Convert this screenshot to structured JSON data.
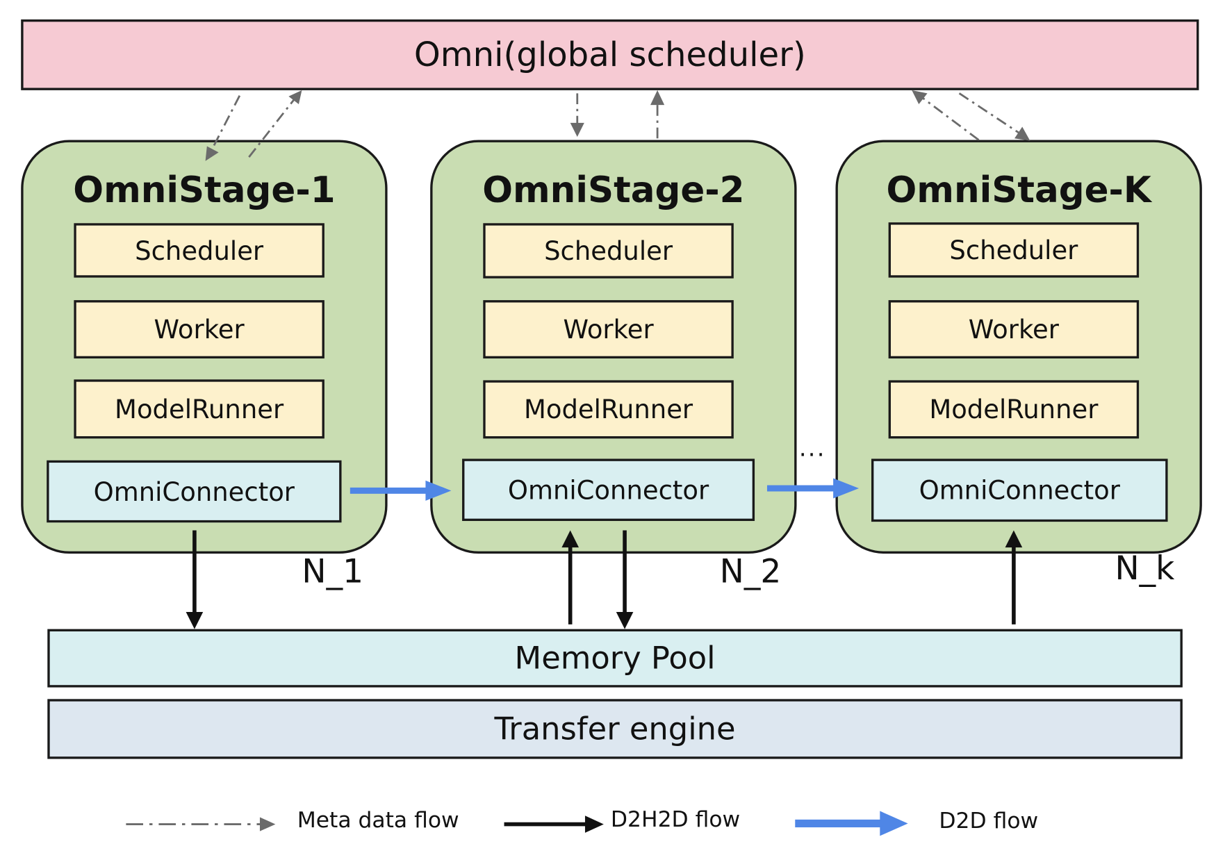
{
  "global_scheduler": {
    "label": "Omni(global scheduler)"
  },
  "stages": [
    {
      "title": "OmniStage-1",
      "scheduler": "Scheduler",
      "worker": "Worker",
      "model_runner": "ModelRunner",
      "connector": "OmniConnector",
      "count_label": "N_1"
    },
    {
      "title": "OmniStage-2",
      "scheduler": "Scheduler",
      "worker": "Worker",
      "model_runner": "ModelRunner",
      "connector": "OmniConnector",
      "count_label": "N_2"
    },
    {
      "title": "OmniStage-K",
      "scheduler": "Scheduler",
      "worker": "Worker",
      "model_runner": "ModelRunner",
      "connector": "OmniConnector",
      "count_label": "N_k"
    }
  ],
  "ellipsis": "···",
  "memory_pool": {
    "label": "Memory Pool"
  },
  "transfer_engine": {
    "label": "Transfer engine"
  },
  "legend": {
    "meta": "Meta data flow",
    "d2h2d": "D2H2D flow",
    "d2d": "D2D flow"
  },
  "colors": {
    "global_scheduler_fill": "#f6cad3",
    "stage_fill": "#c9ddb2",
    "component_fill": "#fdf1cc",
    "connector_fill": "#d9eff1",
    "memory_pool_fill": "#d9eff1",
    "transfer_engine_fill": "#dde7f0",
    "meta_flow": "#6b6b6b",
    "d2h2d_flow": "#111111",
    "d2d_flow": "#4f86e6"
  }
}
